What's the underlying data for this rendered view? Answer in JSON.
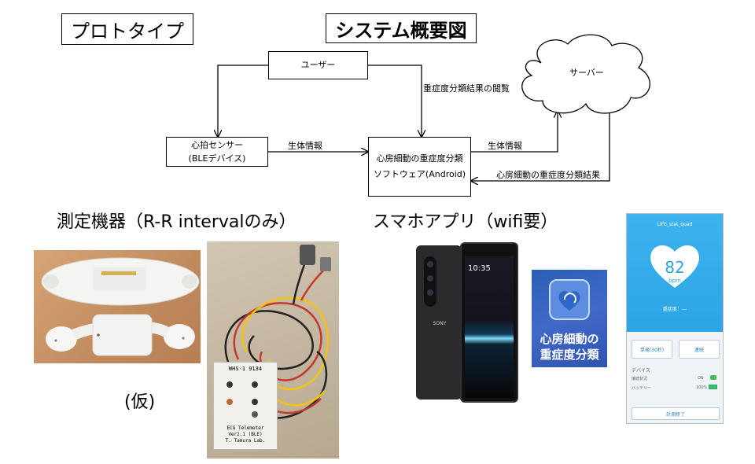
{
  "headers": {
    "prototype": "プロトタイプ",
    "system_overview": "システム概要図"
  },
  "diagram": {
    "nodes": {
      "user": "ユーザー",
      "server": "サーバー",
      "sensor_line1": "心拍センサー",
      "sensor_line2": "(BLEデバイス)",
      "app_line1": "心房細動の重症度分類",
      "app_line2": "ソフトウェア(Android)"
    },
    "edges": {
      "severity_view": "重症度分類結果の閲覧",
      "bio_info_sensor": "生体情報",
      "bio_info_app": "生体情報",
      "af_result": "心房細動の重症度分類結果"
    }
  },
  "sections": {
    "measurement": "測定機器（R-R intervalのみ）",
    "smartphone_app": "スマホアプリ（wifi要）",
    "tentative": "(仮)"
  },
  "device_label": {
    "line1": "WHS-1 9134",
    "line2": "ECG Telemeter",
    "line3": "Ver2.1 (BLE)",
    "line4": "T. Tamura Lab."
  },
  "phone": {
    "brand": "SONY",
    "time": "10:35"
  },
  "app_icon": {
    "line1": "心房細動の",
    "line2": "重症度分類"
  },
  "app_screen": {
    "title": "LIFE_stat_quad",
    "bpm_value": "82",
    "bpm_unit": "bpm",
    "severity": "重症度：---",
    "button_left": "単発(30秒)",
    "button_right": "連続",
    "device_heading": "デバイス",
    "conn_label": "接続状況",
    "conn_value": "ON",
    "battery_label": "バッテリー",
    "battery_value": "100%",
    "end_button": "計測終了"
  },
  "colors": {
    "app_blue": "#2aa5e6",
    "icon_text": "#ffffff",
    "lead_red": "#c0392b",
    "lead_yellow": "#f1c40f"
  }
}
